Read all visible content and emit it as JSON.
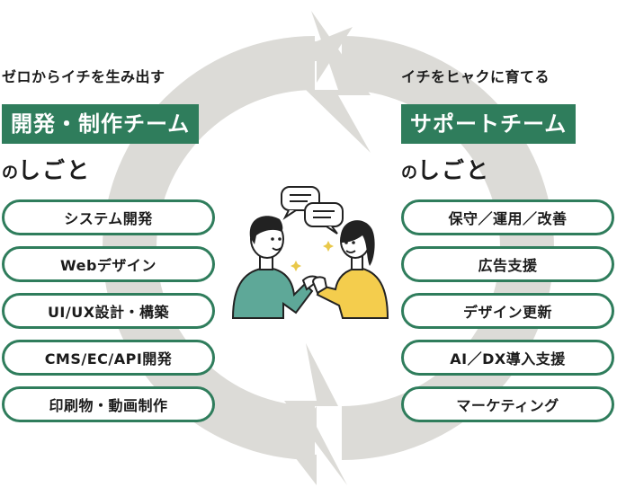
{
  "left": {
    "tagline": "ゼロからイチを生み出す",
    "team": "開発・制作チーム",
    "shigoto_no": "の",
    "shigoto_rest": "しごと",
    "items": [
      "システム開発",
      "Webデザイン",
      "UI/UX設計・構築",
      "CMS/EC/API開発",
      "印刷物・動画制作"
    ]
  },
  "right": {
    "tagline": "イチをヒャクに育てる",
    "team": "サポートチーム",
    "shigoto_no": "の",
    "shigoto_rest": "しごと",
    "items": [
      "保守／運用／改善",
      "広告支援",
      "デザイン更新",
      "AI／DX導入支援",
      "マーケティング"
    ]
  },
  "colors": {
    "accent": "#2f7d5c",
    "cycle": "#dcdbd7",
    "man_shirt": "#5ea898",
    "woman_shirt": "#f4cd4d",
    "sparkle": "#e9c84a"
  }
}
